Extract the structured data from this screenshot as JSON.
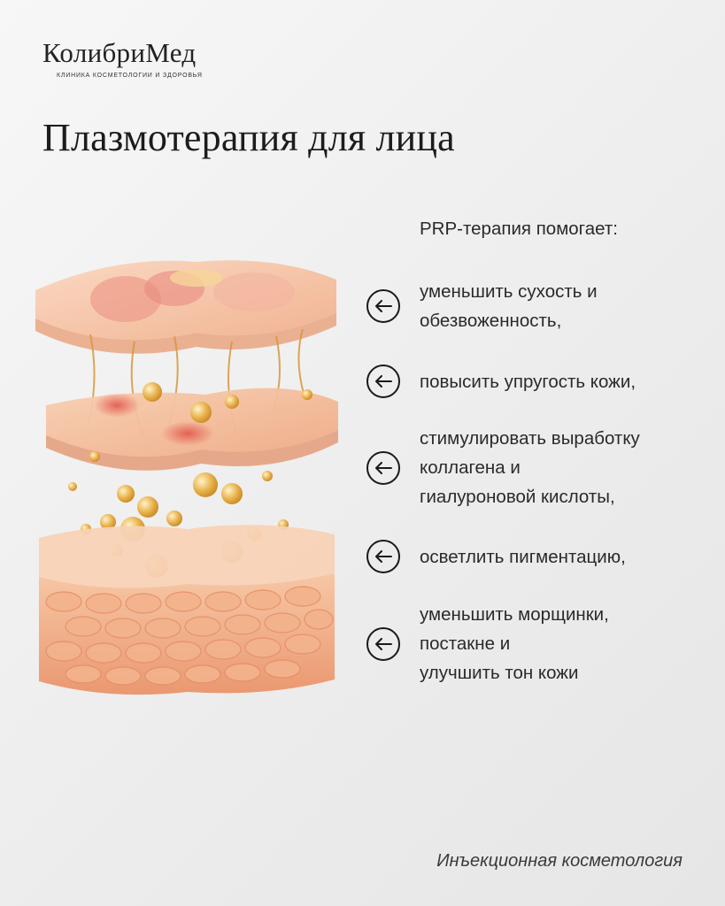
{
  "brand": {
    "name": "КолибриМед",
    "tagline": "КЛИНИКА КОСМЕТОЛОГИИ И ЗДОРОВЬЯ"
  },
  "title": "Плазмотерапия для лица",
  "intro": "PRP-терапия помогает:",
  "benefits": [
    {
      "text": "уменьшить сухость и\nобезвоженность,"
    },
    {
      "text": "повысить упругость кожи,"
    },
    {
      "text": "стимулировать выработку\nколлагена и\nгиалуроновой кислоты,"
    },
    {
      "text": "осветлить пигментацию,"
    },
    {
      "text": "уменьшить морщинки,\nпостакне и\nулучшить тон кожи"
    }
  ],
  "icons": {
    "benefit_icon": "arrow-left-circle-icon"
  },
  "footer": "Инъекционная косметология",
  "colors": {
    "text": "#2a2a2a",
    "skin_light": "#f6c7a8",
    "skin_dark": "#e8946e",
    "gold": "#e3a83c"
  }
}
